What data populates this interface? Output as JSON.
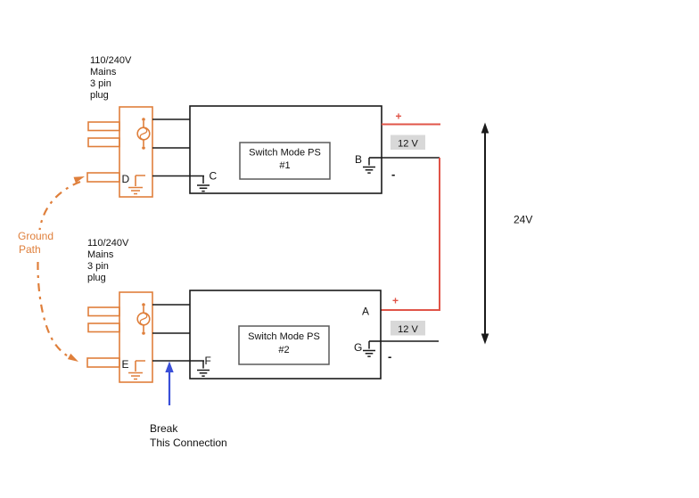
{
  "colors": {
    "orange": "#DF7F3B",
    "red": "#E05448",
    "blue": "#3A4FD8",
    "label_bg": "#D8D8D8",
    "wire_black": "#1a1a1a"
  },
  "symbols": {
    "plug": "three-pin-plug-icon",
    "fuse": "fuse-circle-s-icon",
    "ground": "earth-ground-icon"
  },
  "plug1": {
    "caption": [
      "110/240V",
      "Mains",
      "3 pin",
      "plug"
    ],
    "pin": "D"
  },
  "plug2": {
    "caption": [
      "110/240V",
      "Mains",
      "3 pin",
      "plug"
    ],
    "pin": "E"
  },
  "ps1": {
    "title": "Switch Mode PS",
    "number": "#1",
    "chassis_pin": "C",
    "neg_pin": "B",
    "plus": "+",
    "minus": "-",
    "voltage": "12 V"
  },
  "ps2": {
    "title": "Switch Mode PS",
    "number": "#2",
    "chassis_pin": "F",
    "pos_pin": "A",
    "neg_pin": "G",
    "plus": "+",
    "minus": "-",
    "voltage": "12 V"
  },
  "labels": {
    "total_voltage": "24V",
    "ground_path_line1": "Ground",
    "ground_path_line2": "Path",
    "break_line1": "Break",
    "break_line2": "This Connection"
  }
}
